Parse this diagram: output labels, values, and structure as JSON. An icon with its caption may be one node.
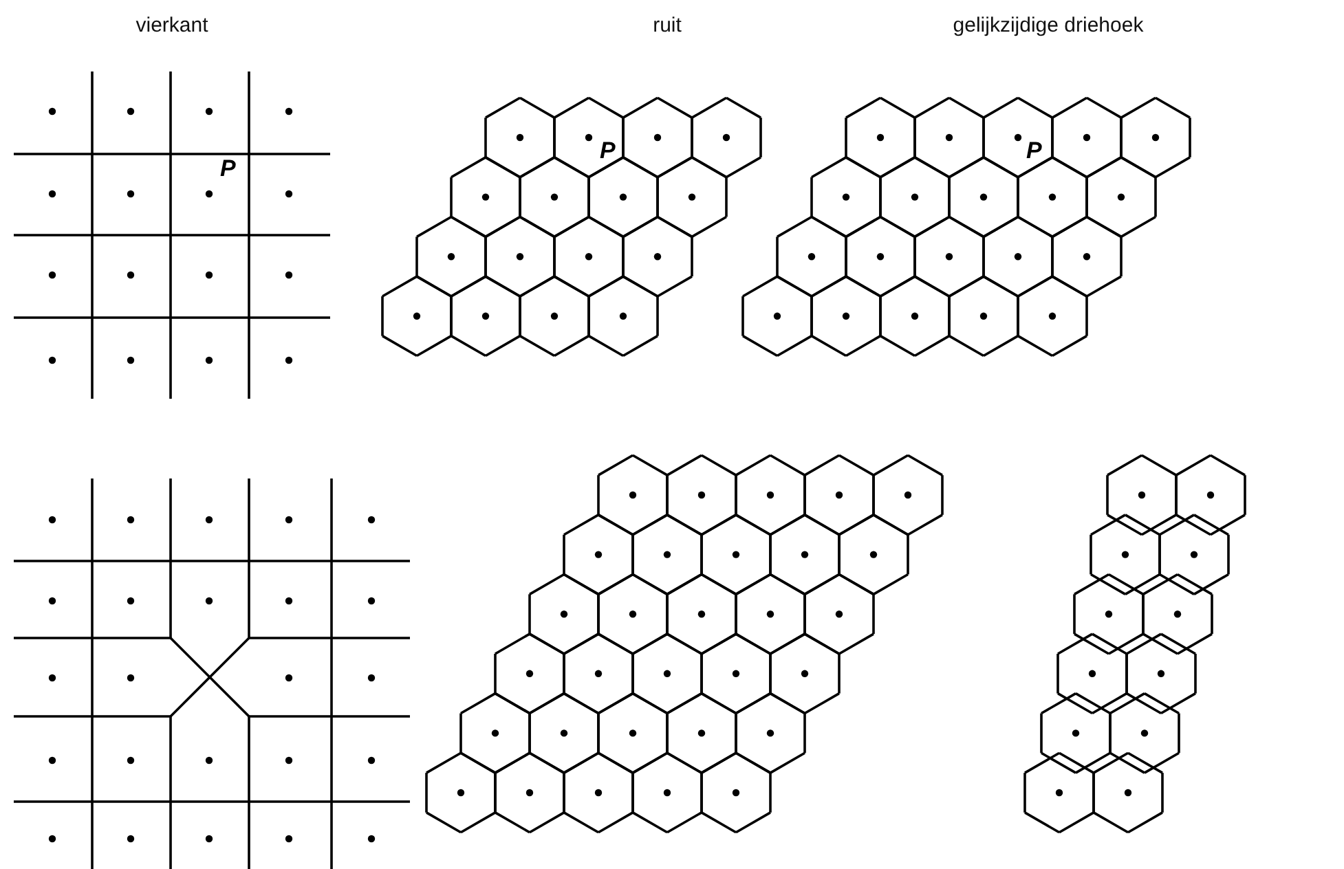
{
  "diagram": {
    "labels": [
      "vierkant",
      "ruit",
      "gelijkzijdige driehoek",
      "P",
      "P",
      "P"
    ]
  }
}
